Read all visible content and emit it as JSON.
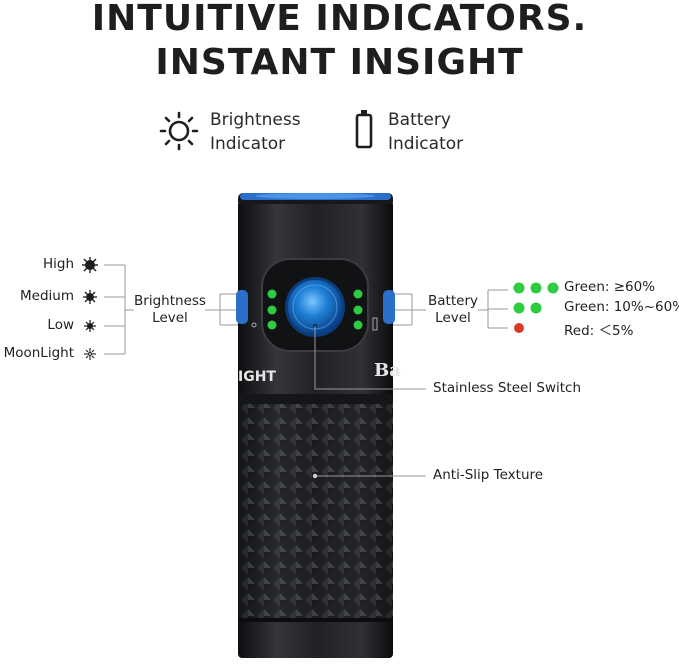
{
  "title": {
    "line1": "INTUITIVE INDICATORS.",
    "line2": "INSTANT INSIGHT"
  },
  "indicators": {
    "brightness": {
      "icon": "sun-icon",
      "line1": "Brightness",
      "line2": "Indicator"
    },
    "battery": {
      "icon": "battery-icon",
      "line1": "Battery",
      "line2": "Indicator"
    }
  },
  "brightness_levels": {
    "items": [
      {
        "label": "High",
        "icon": "dot-filled-icon"
      },
      {
        "label": "Medium",
        "icon": "star-medium-icon"
      },
      {
        "label": "Low",
        "icon": "star-low-icon"
      },
      {
        "label": "MoonLight",
        "icon": "star-moon-icon"
      }
    ],
    "group_line1": "Brightness",
    "group_line2": "Level"
  },
  "battery_levels": {
    "group_line1": "Battery",
    "group_line2": "Level",
    "items": [
      {
        "label": "Green: ≥60%",
        "dots": 3,
        "color": "#2ecc40"
      },
      {
        "label": "Green: 10%~60%",
        "dots": 2,
        "color": "#2ecc40"
      },
      {
        "label": "Red: ＜5%",
        "dots": 1,
        "color": "#d83a2a"
      }
    ]
  },
  "callouts": {
    "switch": "Stainless Steel Switch",
    "texture": "Anti-Slip Texture"
  },
  "flashlight": {
    "brand_left": "IGHT",
    "brand_right": "Ba"
  },
  "colors": {
    "switch_blue": "#1f7fd6",
    "bezel_blue": "#2a6fc9",
    "led_green": "#2ecc40",
    "led_red": "#d83a2a",
    "body_black": "#1b1c1e"
  }
}
